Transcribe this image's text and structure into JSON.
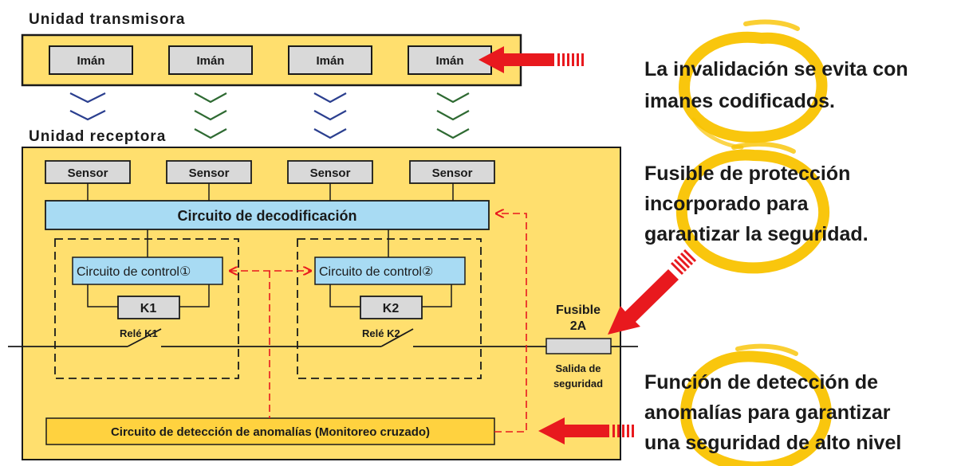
{
  "colors": {
    "panel_fill": "#FFDF6E",
    "box_fill": "#D9D9D9",
    "decoder_fill": "#A8DBF3",
    "detector_fill": "#FFD23F",
    "arrow_red": "#E8191E",
    "dash_red": "#E8191E",
    "ring_yellow": "#F9C300",
    "chevron_blue": "#2B3F8F",
    "chevron_green": "#2E6A32"
  },
  "transmitter": {
    "title": "Unidad transmisora",
    "magnets": [
      "Imán",
      "Imán",
      "Imán",
      "Imán"
    ]
  },
  "receiver": {
    "title": "Unidad receptora",
    "sensors": [
      "Sensor",
      "Sensor",
      "Sensor",
      "Sensor"
    ],
    "decoder": "Circuito de decodificación",
    "control1": "Circuito de control①",
    "control2": "Circuito de control②",
    "k1": "K1",
    "k2": "K2",
    "relay1": "Relé K1",
    "relay2": "Relé K2",
    "fuse_line1": "Fusible",
    "fuse_line2": "2A",
    "output_line1": "Salida de",
    "output_line2": "seguridad",
    "detector": "Circuito de detección de anomalías (Monitoreo cruzado)"
  },
  "callouts": {
    "c1_line1": "La invalidación se evita con",
    "c1_line2": "imanes codificados.",
    "c2_line1": "Fusible de protección",
    "c2_line2": "incorporado para",
    "c2_line3": "garantizar la seguridad.",
    "c3_line1": "Función de detección de",
    "c3_line2": "anomalías para garantizar",
    "c3_line3": "una seguridad de alto nivel"
  },
  "icons": {
    "pointer_arrow": "red-arrow-icon",
    "chevron": "chevron-down-icon",
    "ring": "yellow-ring-icon"
  }
}
